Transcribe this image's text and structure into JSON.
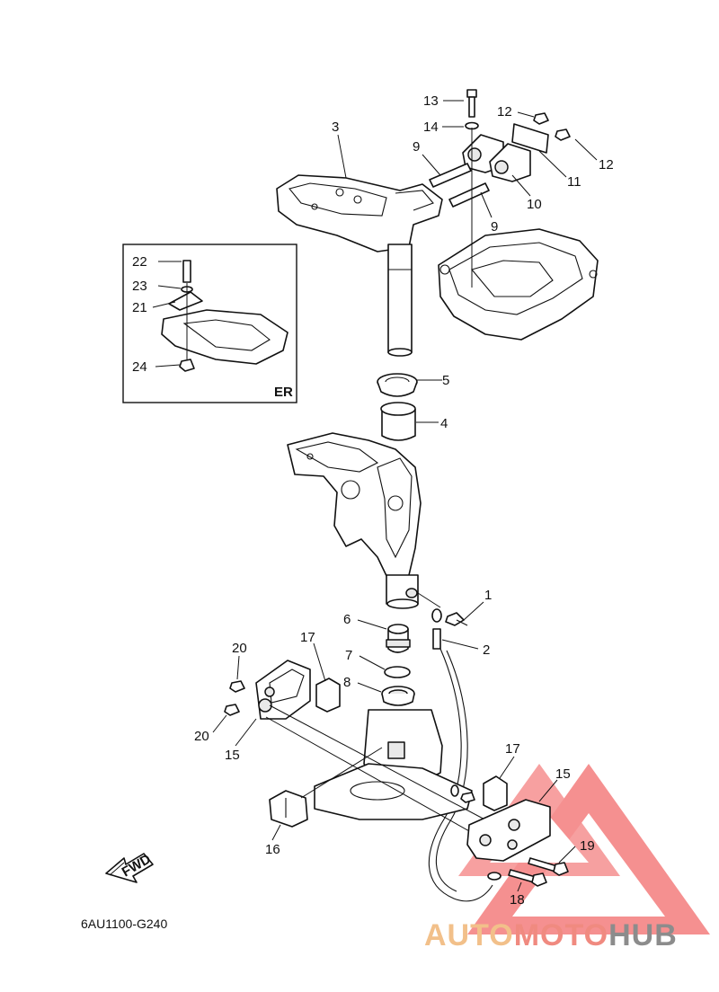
{
  "diagram_code": "6AU1100-G240",
  "inset_label": "ER",
  "direction_label": "FWD",
  "watermark": {
    "part1": "AUTO",
    "part2": "MOTO",
    "part3": "HUB",
    "colors": {
      "auto": "#f2c08a",
      "moto": "#f08a80",
      "hub": "#8c8c8c",
      "triangle": "#f26b6b"
    }
  },
  "callouts": {
    "c1": "1",
    "c2": "2",
    "c3": "3",
    "c4": "4",
    "c5": "5",
    "c6": "6",
    "c7": "7",
    "c8": "8",
    "c9a": "9",
    "c9b": "9",
    "c10": "10",
    "c11": "11",
    "c12a": "12",
    "c12b": "12",
    "c13": "13",
    "c14": "14",
    "c15a": "15",
    "c15b": "15",
    "c16": "16",
    "c17a": "17",
    "c17b": "17",
    "c18": "18",
    "c19": "19",
    "c20a": "20",
    "c20b": "20",
    "c21": "21",
    "c22": "22",
    "c23": "23",
    "c24": "24"
  }
}
